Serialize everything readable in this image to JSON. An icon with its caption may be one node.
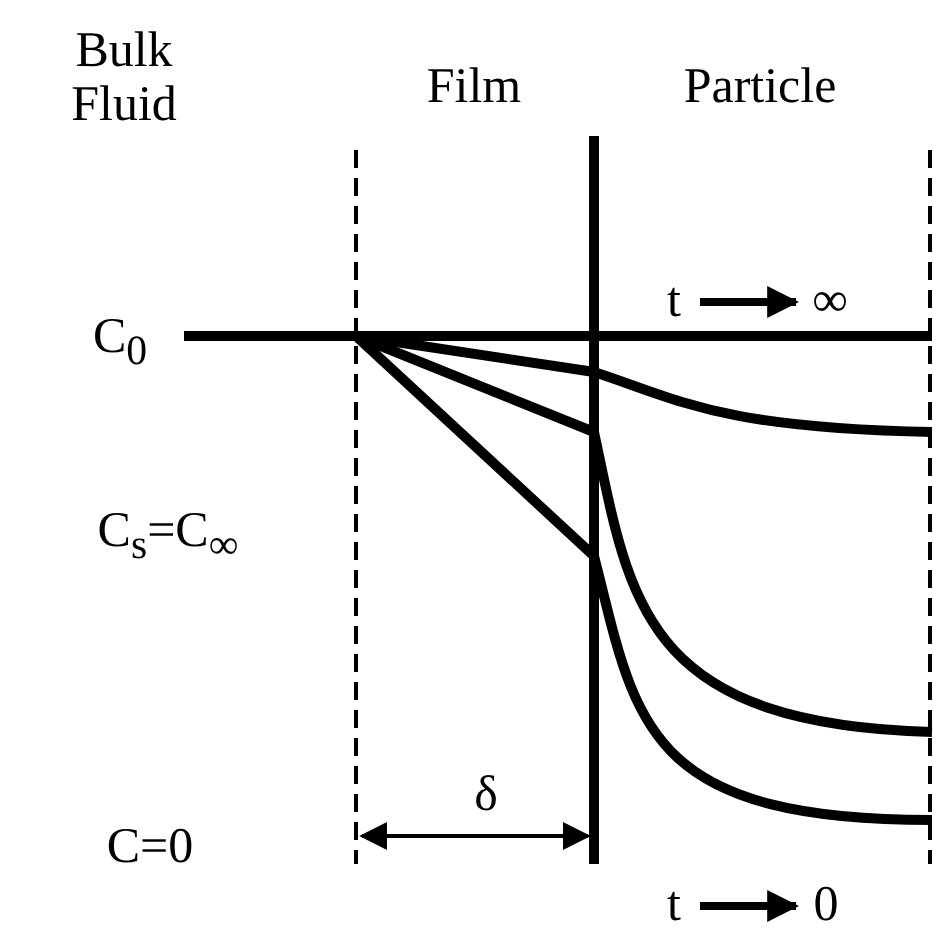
{
  "diagram": {
    "labels": [
      "Bulk Fluid",
      "Film",
      "Particle",
      "C$_{0}$",
      "C$_{s}$=C$_{∞}$",
      "C=0",
      "δ",
      "t",
      "∞",
      "t",
      "0"
    ]
  }
}
